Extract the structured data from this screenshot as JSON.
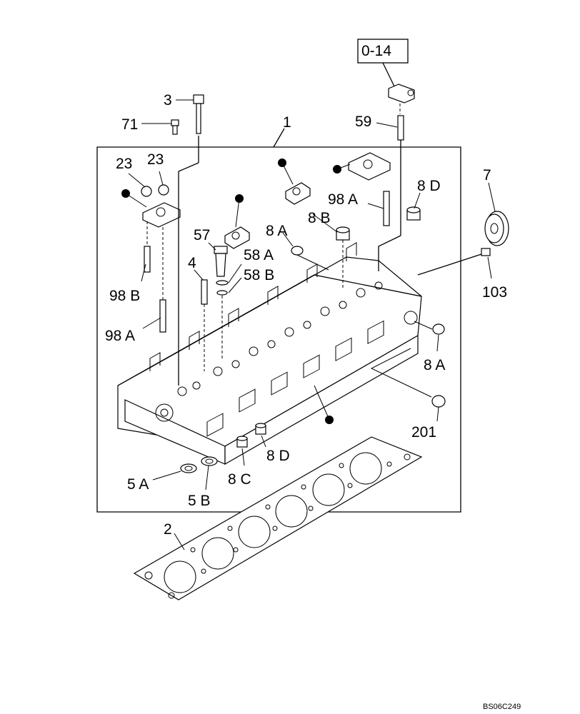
{
  "labels": {
    "ref_box": "0-14",
    "p1": "1",
    "p2": "2",
    "p3": "3",
    "p4": "4",
    "p5a": "5 A",
    "p5b": "5 B",
    "p7": "7",
    "p8a_top": "8 A",
    "p8b": "8 B",
    "p8d_top": "8 D",
    "p8a_right": "8 A",
    "p8c": "8 C",
    "p8d_bottom": "8 D",
    "p23a": "23",
    "p23b": "23",
    "p57": "57",
    "p58a": "58 A",
    "p58b": "58 B",
    "p59": "59",
    "p71": "71",
    "p98a_left": "98 A",
    "p98b": "98 B",
    "p98a_right": "98 A",
    "p103": "103",
    "p201": "201",
    "drawing_code": "BS06C249"
  }
}
